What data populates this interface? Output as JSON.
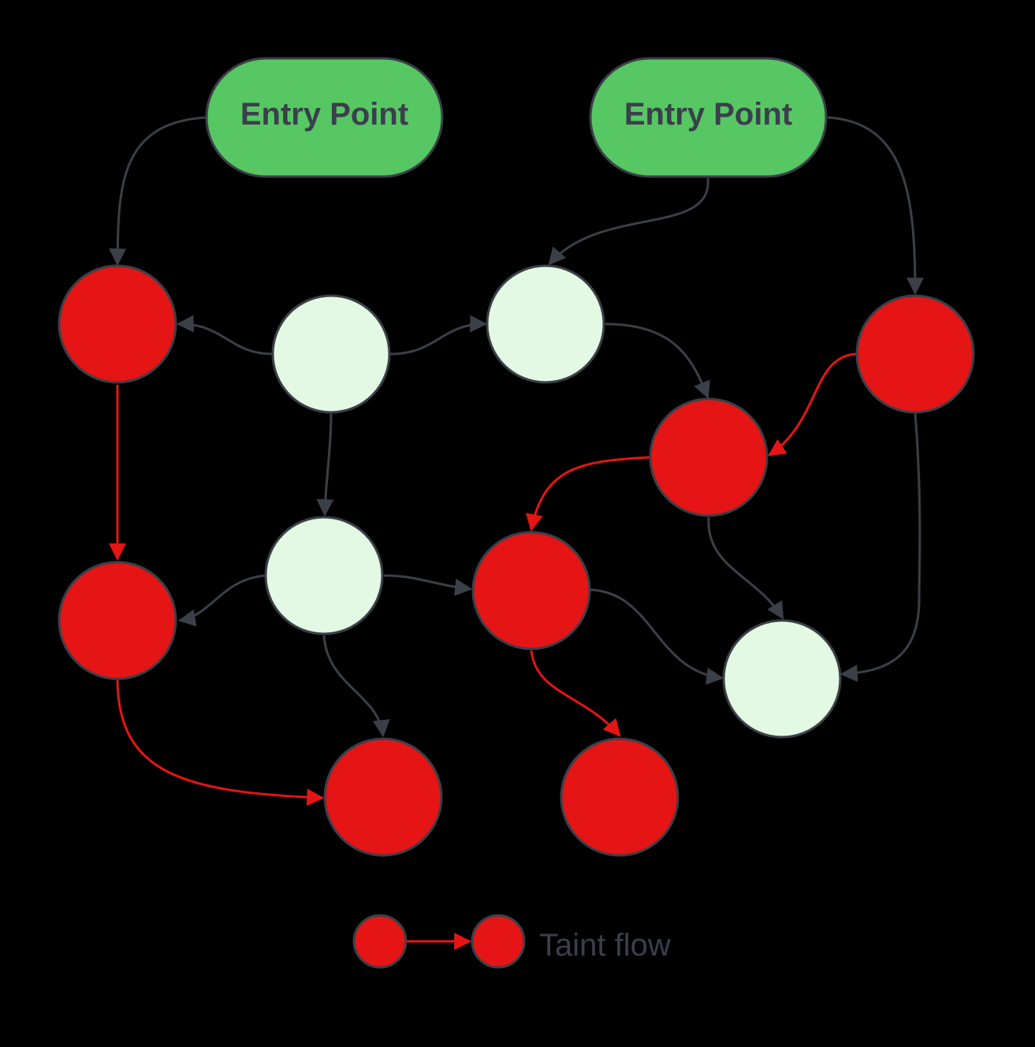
{
  "colors": {
    "background": "#000000",
    "entry_fill": "#56c763",
    "tainted_fill": "#e51515",
    "clean_fill": "#e3f9e3",
    "node_stroke": "#3b3f48",
    "edge_normal": "#3b3f48",
    "edge_taint": "#e51515"
  },
  "entry_points": [
    {
      "label": "Entry Point"
    },
    {
      "label": "Entry Point"
    }
  ],
  "nodes": [
    {
      "id": "n1",
      "state": "tainted"
    },
    {
      "id": "n2",
      "state": "clean"
    },
    {
      "id": "n3",
      "state": "clean"
    },
    {
      "id": "n4",
      "state": "tainted"
    },
    {
      "id": "n5",
      "state": "tainted"
    },
    {
      "id": "n6",
      "state": "tainted"
    },
    {
      "id": "n7",
      "state": "clean"
    },
    {
      "id": "n8",
      "state": "tainted"
    },
    {
      "id": "n9",
      "state": "clean"
    },
    {
      "id": "n10",
      "state": "tainted"
    },
    {
      "id": "n11",
      "state": "tainted"
    }
  ],
  "edges": [
    {
      "from": "entry-1",
      "to": "n1",
      "kind": "normal"
    },
    {
      "from": "entry-2",
      "to": "n3",
      "kind": "normal"
    },
    {
      "from": "entry-2",
      "to": "n4",
      "kind": "normal"
    },
    {
      "from": "n2",
      "to": "n1",
      "kind": "normal"
    },
    {
      "from": "n2",
      "to": "n3",
      "kind": "normal"
    },
    {
      "from": "n2",
      "to": "n7",
      "kind": "normal"
    },
    {
      "from": "n3",
      "to": "n5",
      "kind": "normal"
    },
    {
      "from": "n4",
      "to": "n5",
      "kind": "taint"
    },
    {
      "from": "n4",
      "to": "n9",
      "kind": "normal"
    },
    {
      "from": "n1",
      "to": "n6",
      "kind": "taint"
    },
    {
      "from": "n5",
      "to": "n8",
      "kind": "taint"
    },
    {
      "from": "n5",
      "to": "n9",
      "kind": "normal"
    },
    {
      "from": "n7",
      "to": "n6",
      "kind": "normal"
    },
    {
      "from": "n7",
      "to": "n8",
      "kind": "normal"
    },
    {
      "from": "n7",
      "to": "n10",
      "kind": "normal"
    },
    {
      "from": "n8",
      "to": "n9",
      "kind": "normal"
    },
    {
      "from": "n8",
      "to": "n11",
      "kind": "taint"
    },
    {
      "from": "n6",
      "to": "n10",
      "kind": "taint"
    }
  ],
  "legend": {
    "label": "Taint flow"
  }
}
